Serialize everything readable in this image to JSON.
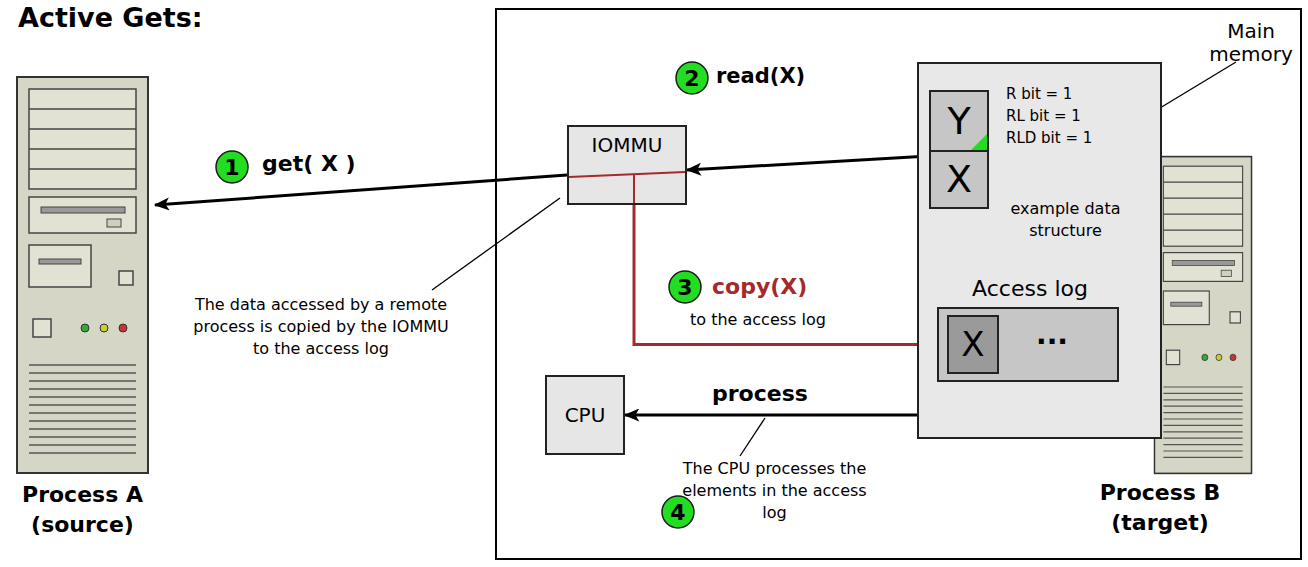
{
  "diagram": {
    "title": "Active Gets:",
    "nodes": [
      {
        "text": [
          "Process A (source)"
        ]
      },
      {
        "text": [
          "Process B (target)"
        ]
      },
      {
        "text": [
          "IOMMU"
        ],
        "in": 1
      },
      {
        "text": [
          "CPU"
        ],
        "in": 1
      },
      {
        "text": [
          "Main memory"
        ],
        "in": 1
      },
      {
        "text": [
          "Y"
        ],
        "in": 4
      },
      {
        "text": [
          "X"
        ],
        "in": 4
      },
      {
        "text": [
          "Access log"
        ],
        "in": 4
      },
      {
        "text": [
          "X"
        ],
        "in": 7
      }
    ],
    "edges": [
      {
        "from": 2,
        "to": 0,
        "label": "get( X )",
        "arrow": "to"
      },
      {
        "from": 6,
        "to": 2,
        "label": "read(X)",
        "arrow": "to"
      },
      {
        "from": 2,
        "to": 8,
        "label": "copy(X)",
        "arrow": "to"
      },
      {
        "from": 7,
        "to": 3,
        "label": "process",
        "arrow": "to"
      }
    ],
    "labels": [
      "1",
      "2",
      "3",
      "4",
      "R bit = 1",
      "RL bit = 1",
      "RLD bit = 1",
      "example data structure",
      "to the access log",
      "The data accessed by a remote process is copied by the IOMMU to the access log",
      "The CPU processes the elements in the access log",
      "..."
    ]
  }
}
